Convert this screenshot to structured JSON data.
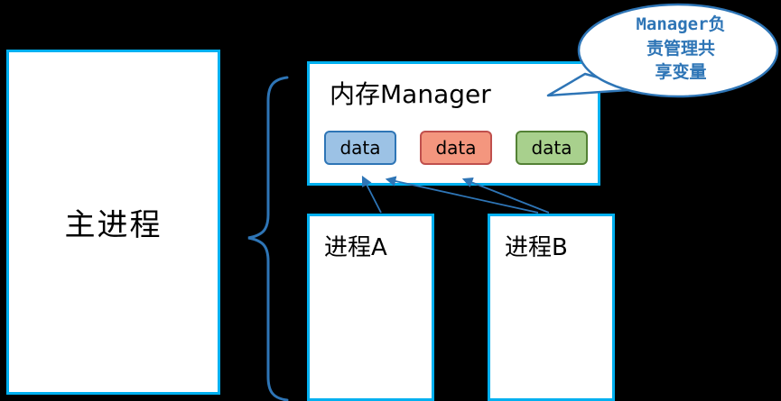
{
  "colors": {
    "background": "#000000",
    "box_border": "#00B0F0",
    "box_fill": "#FFFFFF",
    "connector_blue": "#2E75B6",
    "callout_text": "#2E75B6"
  },
  "main_process": {
    "label": "主进程"
  },
  "memory_manager": {
    "title": "内存Manager",
    "data_items": [
      {
        "label": "data",
        "fill": "#9CC2E5",
        "border": "#2E75B6"
      },
      {
        "label": "data",
        "fill": "#F4967E",
        "border": "#C0504D"
      },
      {
        "label": "data",
        "fill": "#A8D08D",
        "border": "#538135"
      }
    ]
  },
  "process_a": {
    "label": "进程A"
  },
  "process_b": {
    "label": "进程B"
  },
  "callout": {
    "lines": [
      "Manager负",
      "责管理共",
      "享变量"
    ]
  }
}
